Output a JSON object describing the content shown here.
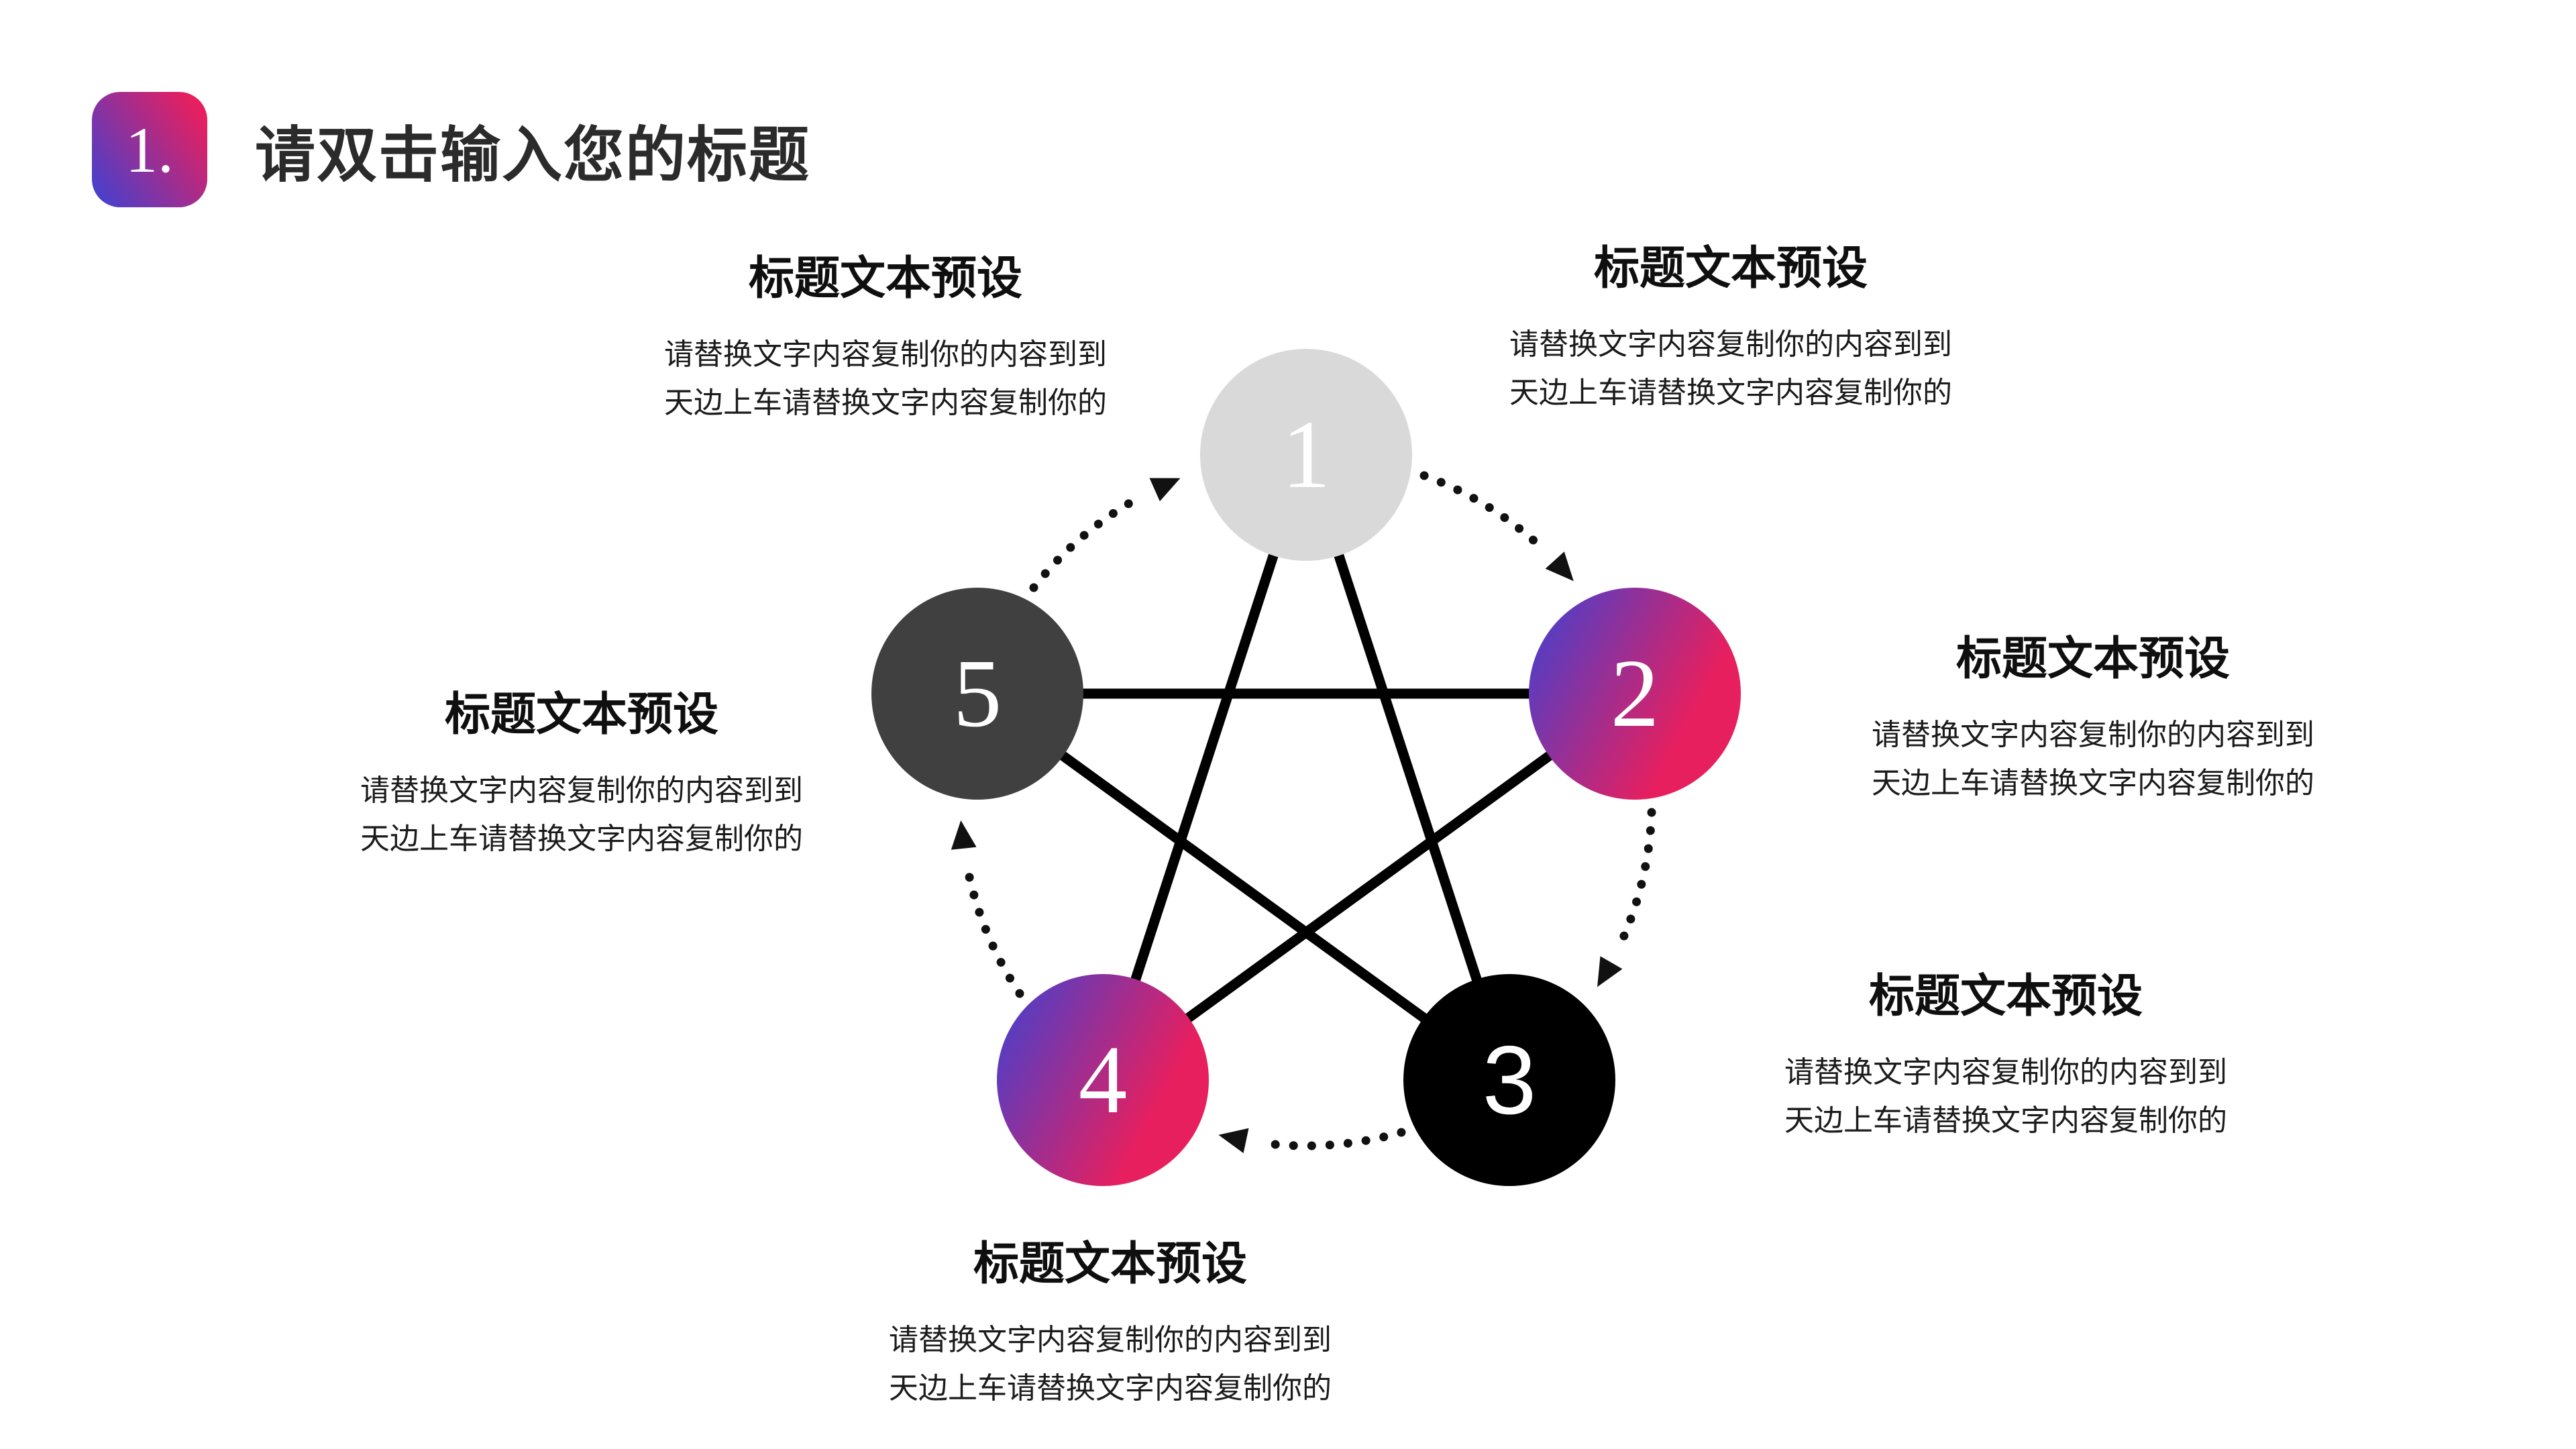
{
  "header": {
    "badge_number": "1.",
    "title": "请双击输入您的标题"
  },
  "nodes": [
    {
      "number": "1",
      "fill": "#D9D9D9"
    },
    {
      "number": "2",
      "fill": "gradient"
    },
    {
      "number": "3",
      "fill": "#000000"
    },
    {
      "number": "4",
      "fill": "gradient"
    },
    {
      "number": "5",
      "fill": "#404040"
    }
  ],
  "blocks": [
    {
      "id": "top-left",
      "title": "标题文本预设",
      "line1": "请替换文字内容复制你的内容到到",
      "line2": "天边上车请替换文字内容复制你的"
    },
    {
      "id": "top-right",
      "title": "标题文本预设",
      "line1": "请替换文字内容复制你的内容到到",
      "line2": "天边上车请替换文字内容复制你的"
    },
    {
      "id": "right",
      "title": "标题文本预设",
      "line1": "请替换文字内容复制你的内容到到",
      "line2": "天边上车请替换文字内容复制你的"
    },
    {
      "id": "bottom-right",
      "title": "标题文本预设",
      "line1": "请替换文字内容复制你的内容到到",
      "line2": "天边上车请替换文字内容复制你的"
    },
    {
      "id": "bottom",
      "title": "标题文本预设",
      "line1": "请替换文字内容复制你的内容到到",
      "line2": "天边上车请替换文字内容复制你的"
    },
    {
      "id": "left",
      "title": "标题文本预设",
      "line1": "请替换文字内容复制你的内容到到",
      "line2": "天边上车请替换文字内容复制你的"
    }
  ],
  "colors": {
    "accent_blue": "#3C42D4",
    "accent_pink": "#E81F5E",
    "node1_gray": "#D9D9D9",
    "node3_black": "#000000",
    "node5_dark_gray": "#404040",
    "line_black": "#000000",
    "title_text": "#2B2B2B",
    "body_text": "#1B1B1B"
  }
}
